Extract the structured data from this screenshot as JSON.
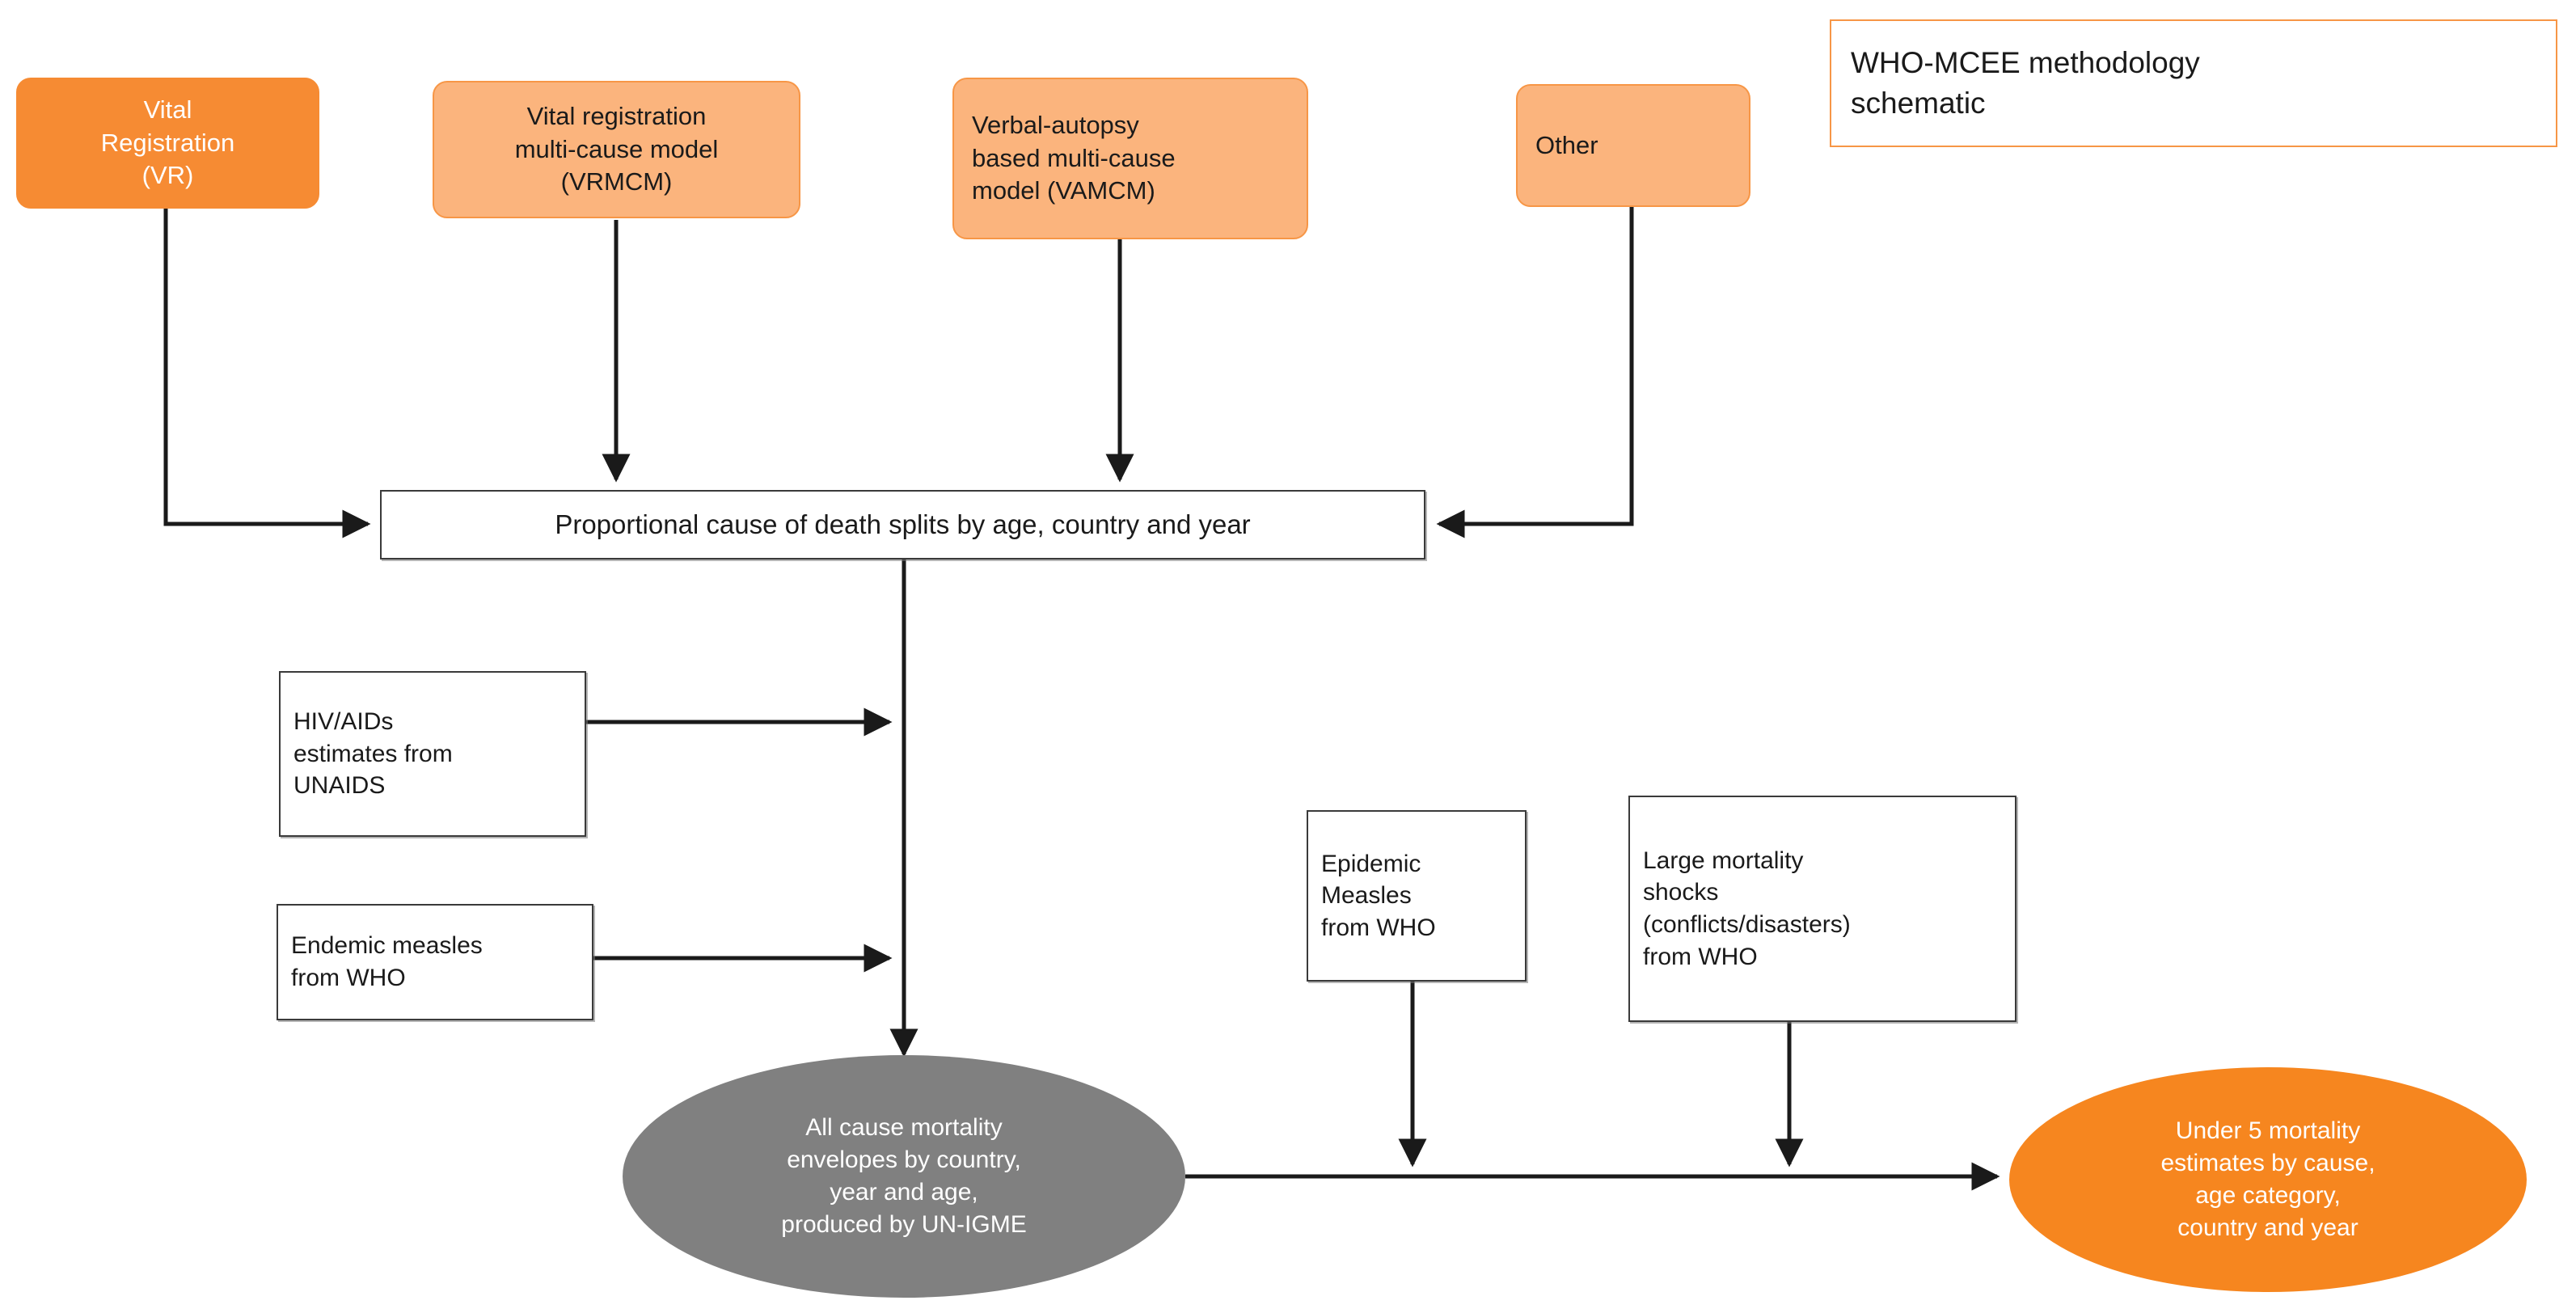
{
  "diagram": {
    "title_box": {
      "line1": "WHO-MCEE methodology",
      "line2": "schematic"
    },
    "colors": {
      "orange_solid": "#F68B33",
      "orange_light": "#FBB47D",
      "orange_border": "#F79646",
      "gray_fill": "#808080",
      "orange_ellipse": "#F6861F",
      "box_border": "#3A3A3A",
      "text_dark": "#1A1A1A",
      "text_light": "#FFFFFF"
    },
    "nodes": {
      "vital_registration": {
        "line1": "Vital",
        "line2": "Registration",
        "line3": "(VR)"
      },
      "vrmcm": {
        "line1": "Vital registration",
        "line2": "multi-cause model",
        "line3": "(VRMCM)"
      },
      "vamcm": {
        "line1": "Verbal-autopsy",
        "line2": "based multi-cause",
        "line3": "model (VAMCM)"
      },
      "other": {
        "line1": "Other"
      },
      "proportional_splits": {
        "line1": "Proportional cause of death splits by age, country and year"
      },
      "hiv_aids": {
        "line1": "HIV/AIDs",
        "line2": "estimates from",
        "line3": "UNAIDS"
      },
      "endemic_measles": {
        "line1": "Endemic measles",
        "line2": "from WHO"
      },
      "epidemic_measles": {
        "line1": "Epidemic",
        "line2": "Measles",
        "line3": "from WHO"
      },
      "mortality_shocks": {
        "line1": "Large mortality",
        "line2": "shocks",
        "line3": "(conflicts/disasters)",
        "line4": "from WHO"
      },
      "all_cause_envelopes": {
        "line1": "All cause mortality",
        "line2": "envelopes by country,",
        "line3": "year and age,",
        "line4": "produced by UN-IGME"
      },
      "under5_estimates": {
        "line1": "Under 5 mortality",
        "line2": "estimates by cause,",
        "line3": "age category,",
        "line4": "country and year"
      }
    }
  }
}
